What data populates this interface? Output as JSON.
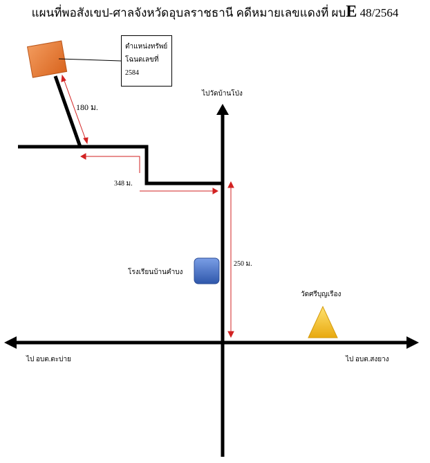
{
  "title": {
    "prefix": "แผนที่พอสังเขป-ศาลจังหวัดอุบลราชธานี คดีหมายเลขแดงที่ ผบ",
    "bold_letter": "E",
    "case_number": "48/2564"
  },
  "callout": {
    "line1": "ตำแหน่งทรัพย์",
    "line2": "โฉนดเลขที่",
    "line3": "2584"
  },
  "labels": {
    "north_road": "ไปวัดบ้านโป่ง",
    "dist_180": "180 ม.",
    "dist_348": "348 ม.",
    "dist_250": "250 ม.",
    "school": "โรงเรียนบ้านคำบง",
    "temple": "วัดศรีบุญเรือง",
    "west_road": "ไป อบต.ตะบ่าย",
    "east_road": "ไป อบต.สงยาง"
  },
  "colors": {
    "property": "#e87b3c",
    "school": "#4a72c4",
    "temple": "#f2c21b",
    "arrow": "#d22222"
  }
}
